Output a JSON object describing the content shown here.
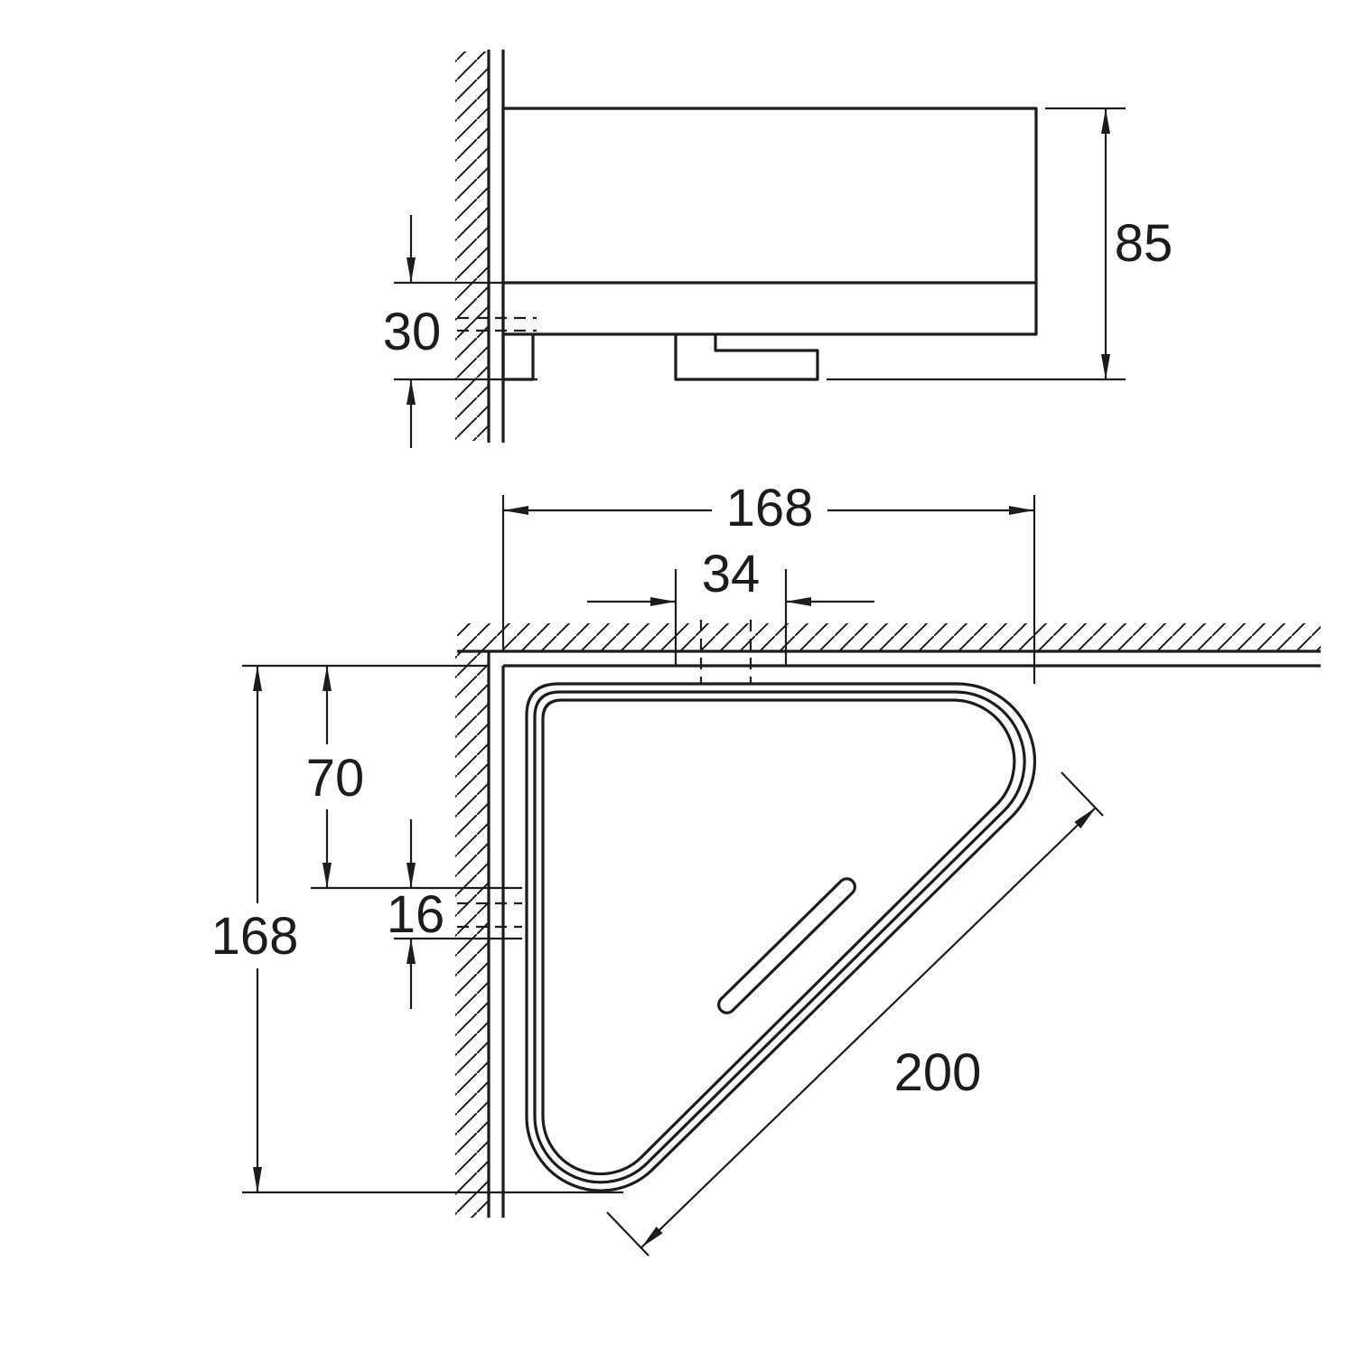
{
  "page": {
    "background_color": "#ffffff",
    "line_color": "#1c1c1c",
    "description": "Technical dimension drawing of a wall-mounted corner shower basket, side elevation and plan view"
  },
  "side_view": {
    "labels": {
      "height": "85",
      "bracket_offset": "30"
    }
  },
  "plan_view": {
    "labels": {
      "width": "168",
      "hole_spacing": "34",
      "top_offset": "70",
      "hole_offset": "16",
      "depth": "168",
      "diagonal": "200"
    }
  }
}
